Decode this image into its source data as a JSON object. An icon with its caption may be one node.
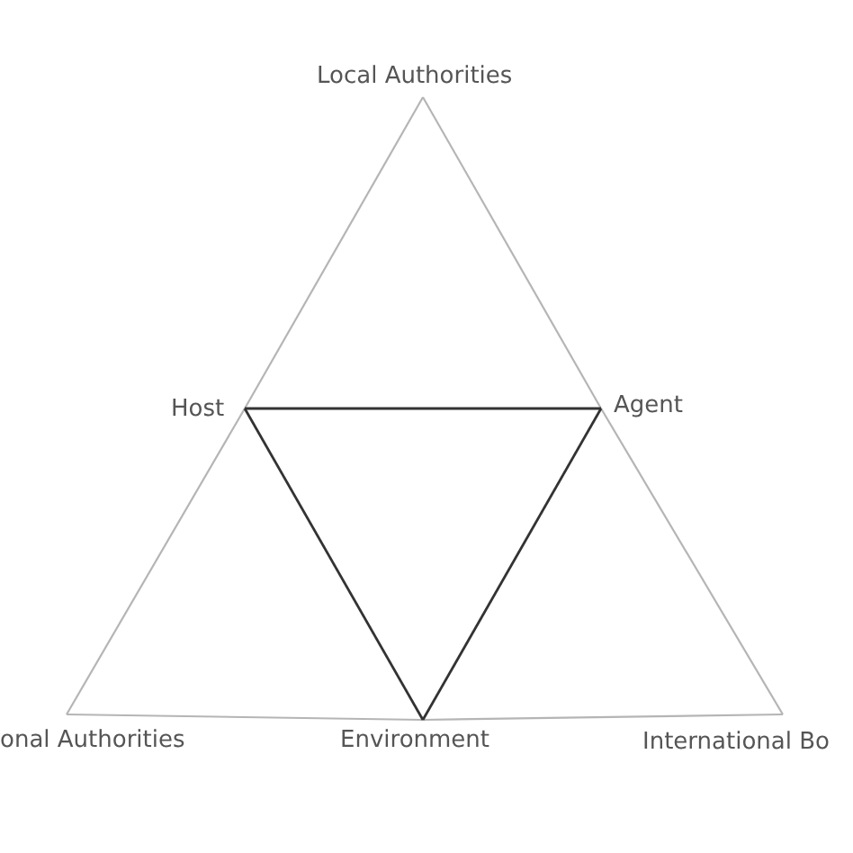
{
  "diagram": {
    "nodes": [
      {
        "text": [
          "Local Authorities"
        ]
      },
      {
        "text": [
          "Host"
        ]
      },
      {
        "text": [
          "Agent"
        ]
      },
      {
        "text": [
          "onal Authorities"
        ]
      },
      {
        "text": [
          "Environment"
        ]
      },
      {
        "text": [
          "International Bo"
        ]
      }
    ],
    "edges": [
      {
        "from": 0,
        "to": 1,
        "arrow": "none"
      },
      {
        "from": 1,
        "to": 3,
        "arrow": "none"
      },
      {
        "from": 3,
        "to": 4,
        "arrow": "none"
      },
      {
        "from": 4,
        "to": 5,
        "arrow": "none"
      },
      {
        "from": 5,
        "to": 2,
        "arrow": "none"
      },
      {
        "from": 2,
        "to": 0,
        "arrow": "none"
      },
      {
        "from": 1,
        "to": 2,
        "arrow": "none",
        "color": "#333333"
      },
      {
        "from": 2,
        "to": 4,
        "arrow": "none",
        "color": "#333333"
      },
      {
        "from": 4,
        "to": 1,
        "arrow": "none",
        "color": "#333333"
      }
    ]
  }
}
